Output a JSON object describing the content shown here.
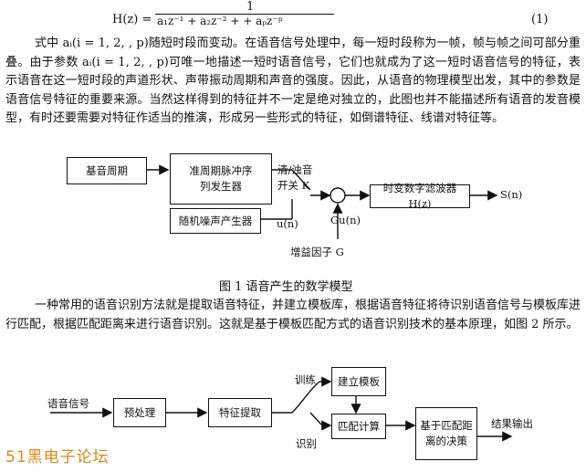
{
  "equation": {
    "numerator": "1",
    "lhs": "H(z) =",
    "denominator": "a₁z⁻¹  + a₂z⁻² +  + aₚz⁻ᵖ",
    "number": "(1)"
  },
  "paragraph1": "式中 aᵢ(i = 1, 2, , p)随短时段而变动。在语音信号处理中，每一短时段称为一帧，帧与帧之间可部分重叠。由于参数 aᵢ(i = 1, 2, , p)可唯一地描述一短时语音信号，它们也就成为了这一短时语音信号的特征，表示语音在这一短时段的声道形状、声带振动周期和声音的强度。因此，从语音的物理模型出发，其中的参数是语音信号特征的重要来源。当然这样得到的特征并不一定是绝对独立的，此图也并不能描述所有语音的发音模型，有时还要需要对特征作适当的推演，形成另一些形式的特征，如倒谱特征、线谱对特征等。",
  "figure1": {
    "box_pitch": "基音周期",
    "box_pulse_line1": "准周期脉冲序",
    "box_pulse_line2": "列发生器",
    "box_noise": "随机噪声产生器",
    "switch_line1": "清/浊音",
    "switch_line2": "开关 K",
    "mult_label": "Gu(n)",
    "noise_out": "u(n)",
    "gain_label": "增益因子 G",
    "box_filter": "时变数字滤波器 H(z)",
    "output": "S(n)",
    "caption": "图 1  语音产生的数学模型"
  },
  "paragraph2": "一种常用的语音识别方法就是提取语音特征，并建立模板库，根据语音特征将待识别语音信号与模板库进行匹配，根据匹配距离来进行语音识别。这就是基于模板匹配方式的语音识别技术的基本原理，如图 2 所示。",
  "figure2": {
    "input": "语音信号",
    "box_pre": "预处理",
    "box_feat": "特征提取",
    "train": "训练",
    "recog": "识别",
    "box_template": "建立模板",
    "box_match": "匹配计算",
    "box_decision_line1": "基于匹配距",
    "box_decision_line2": "离的决策",
    "output": "结果输出"
  },
  "watermark": "51黑电子论坛"
}
